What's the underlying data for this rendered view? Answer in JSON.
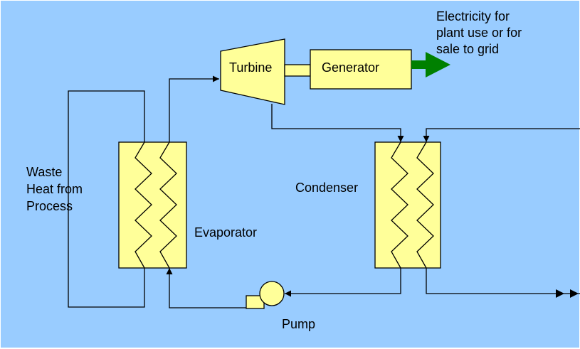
{
  "colors": {
    "background": "#99ccff",
    "component_fill": "#ffff99",
    "line": "#000000",
    "electricity_arrow": "#008000"
  },
  "labels": {
    "electricity_line1": "Electricity for",
    "electricity_line2": "plant use or for",
    "electricity_line3": "sale to grid",
    "turbine": "Turbine",
    "generator": "Generator",
    "waste_heat_line1": "Waste",
    "waste_heat_line2": "Heat from",
    "waste_heat_line3": "Process",
    "condenser": "Condenser",
    "evaporator": "Evaporator",
    "pump": "Pump"
  }
}
